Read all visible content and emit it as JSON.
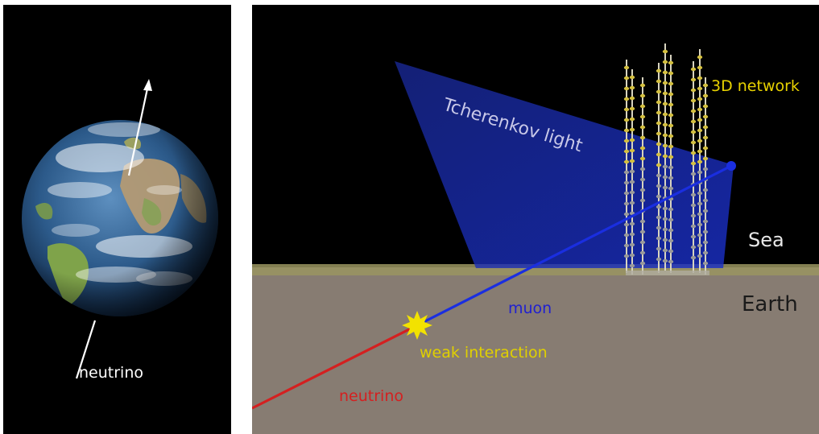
{
  "left_panel": {
    "neutrino_label": "neutrino",
    "colors": {
      "background": "#000000",
      "arrow": "#ffffff",
      "ocean": "#2f5f8f",
      "land": "#7a9a4a",
      "clouds": "#ffffff"
    }
  },
  "right_panel": {
    "labels": {
      "cherenkov": "Tcherenkov light",
      "network": "3D network",
      "sea": "Sea",
      "earth": "Earth",
      "muon": "muon",
      "weak_interaction": "weak interaction",
      "neutrino": "neutrino"
    },
    "colors": {
      "sky": "#000000",
      "seabed": "#877c72",
      "seabed_edge": "#9a9560",
      "cherenkov_cone": "#1a2fc8",
      "muon": "#1a2ee0",
      "neutrino": "#d42020",
      "interaction": "#f2e200",
      "network_label": "#e8d200",
      "muon_label": "#2020d0",
      "weak_label": "#e0d000",
      "neutrino_label": "#d42020",
      "sea_label": "#e8e8e8",
      "earth_label": "#1a1a1a",
      "cherenkov_label": "#c8c8e8"
    }
  }
}
